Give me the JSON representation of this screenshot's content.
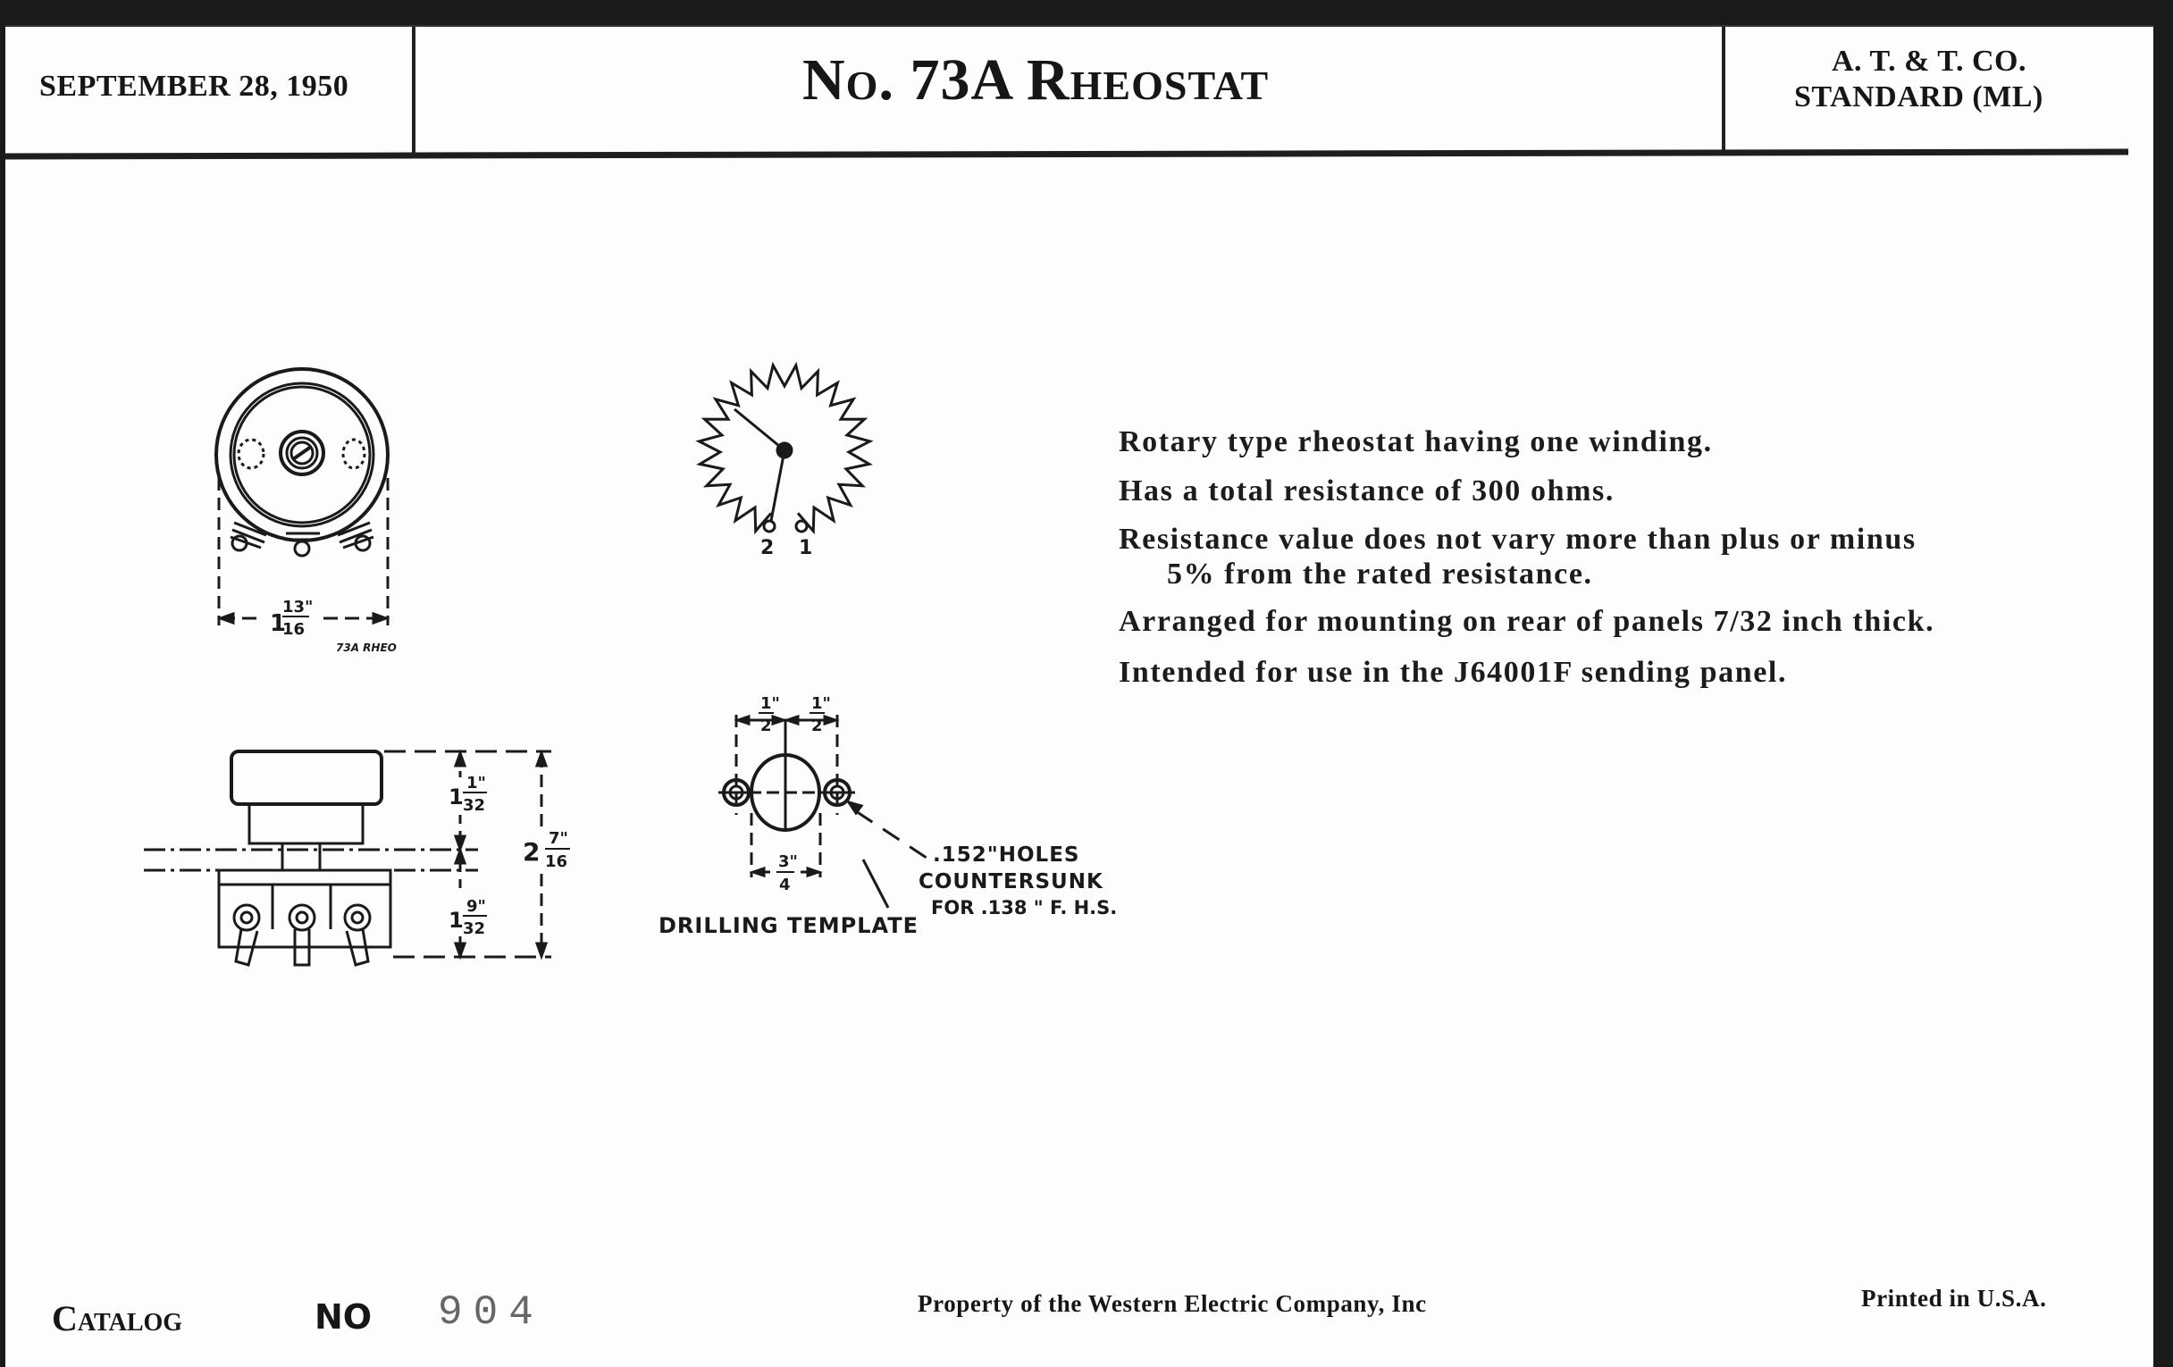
{
  "header": {
    "date": "SEPTEMBER 28, 1950",
    "title": "No. 73A Rheostat",
    "company_line1": "A. T. & T. CO.",
    "company_line2": "STANDARD (ML)"
  },
  "description": {
    "lines": [
      "Rotary type rheostat having one winding.",
      "Has a total resistance of 300 ohms.",
      "Resistance value does not vary more than plus or minus",
      "5% from the rated resistance.",
      "Arranged for mounting on rear of panels 7/32 inch thick.",
      "Intended for use in the J64001F sending panel."
    ]
  },
  "drawings": {
    "top_view": {
      "width_dim": {
        "whole": "1",
        "num": "13\"",
        "den": "16"
      },
      "caption": "73A RHEO"
    },
    "schematic": {
      "terminal_labels": [
        "2",
        "1"
      ]
    },
    "side_view": {
      "upper_dim": {
        "whole": "1",
        "num": "1\"",
        "den": "32"
      },
      "total_dim": {
        "whole": "2",
        "num": "7\"",
        "den": "16"
      },
      "lower_dim": {
        "whole": "1",
        "num": "9\"",
        "den": "32"
      }
    },
    "drilling_template": {
      "left_dim": {
        "num": "1\"",
        "den": "2"
      },
      "right_dim": {
        "num": "1\"",
        "den": "2"
      },
      "hole_dim": {
        "num": "3\"",
        "den": "4"
      },
      "label": "DRILLING TEMPLATE",
      "note_line1": ".152\"HOLES",
      "note_line2": "COUNTERSUNK",
      "note_line3": "FOR .138 \" F. H.S."
    }
  },
  "footer": {
    "catalog_label": "Catalog",
    "no_label": "NO",
    "catalog_number": "904",
    "property": "Property of the Western Electric Company, Inc",
    "printed": "Printed in U.S.A."
  }
}
